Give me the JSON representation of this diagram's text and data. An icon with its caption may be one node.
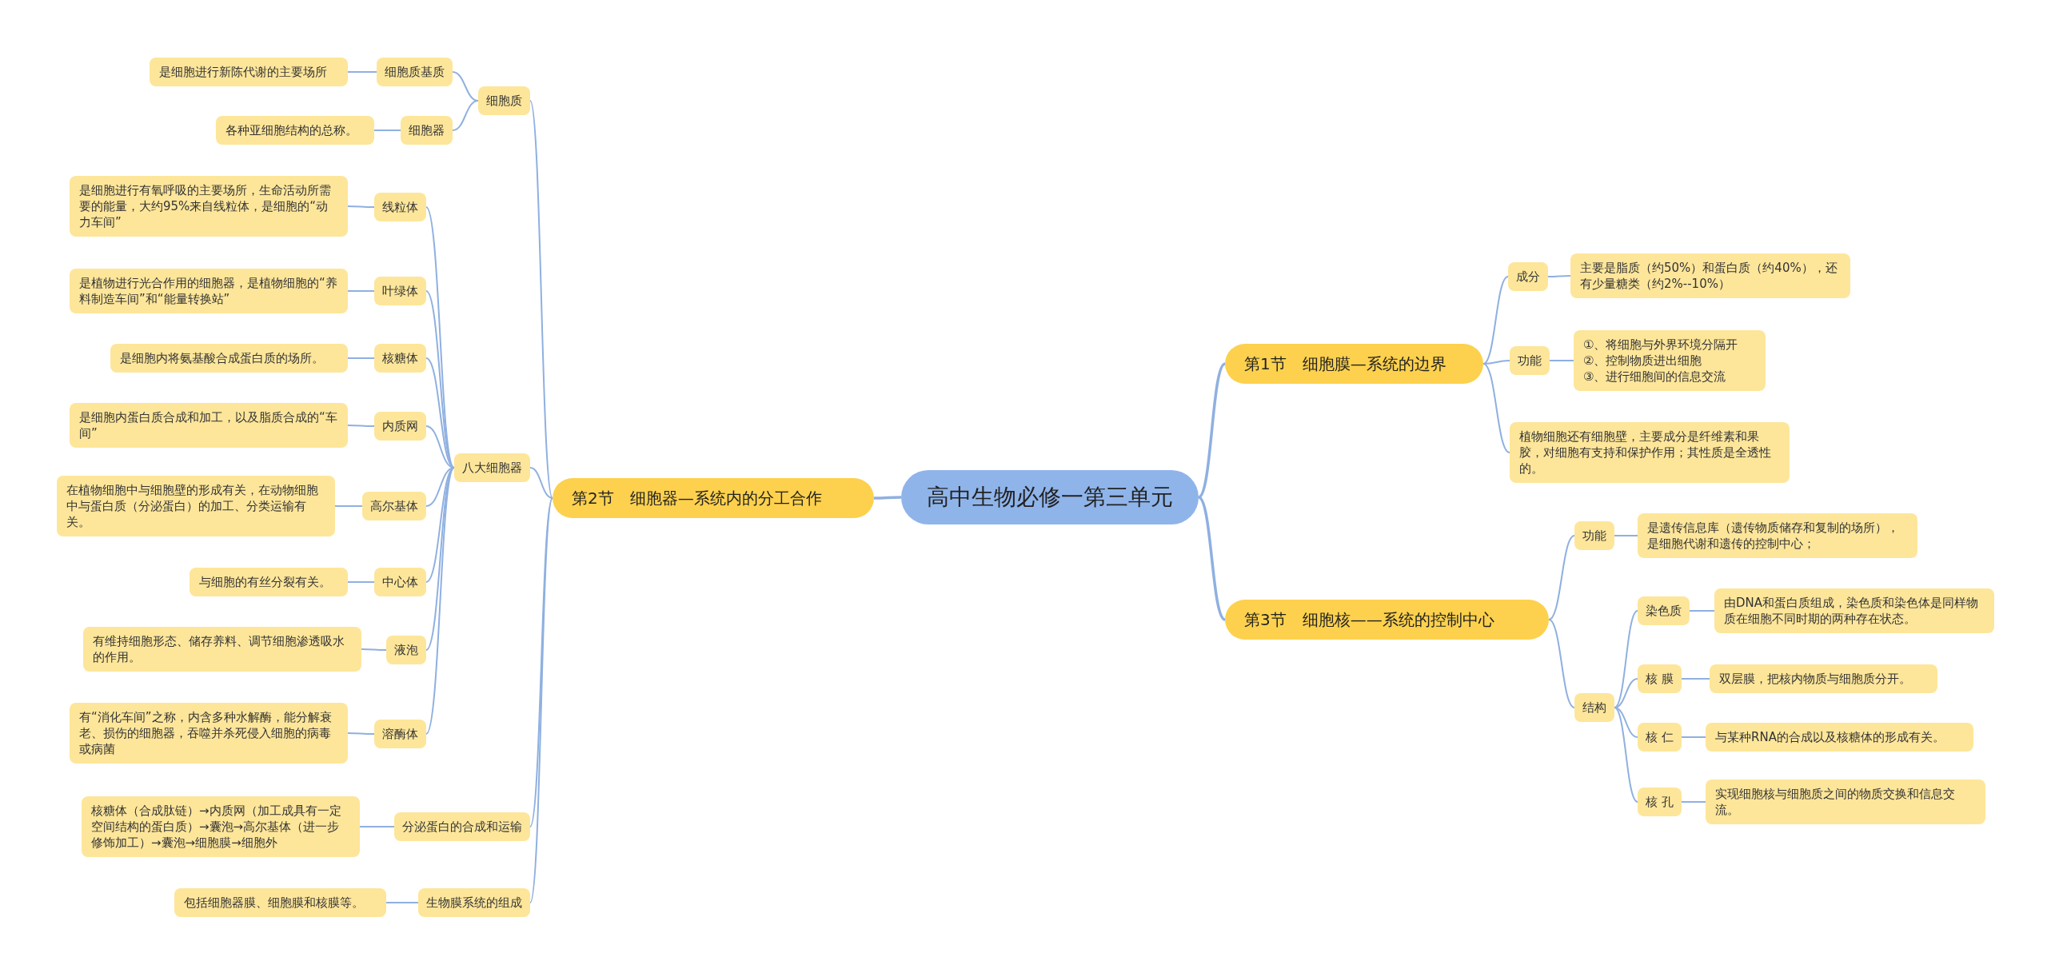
{
  "diagram": {
    "nodes": [
      {
        "text": [
          "高中生物必修一第三单元"
        ]
      },
      {
        "text": [
          "第2节　细胞器—系统内的分工合作"
        ]
      },
      {
        "text": [
          "细胞质"
        ]
      },
      {
        "text": [
          "细胞质基质"
        ]
      },
      {
        "text": [
          "是细胞进行新陈代谢的主要场所"
        ]
      },
      {
        "text": [
          "细胞器"
        ]
      },
      {
        "text": [
          "各种亚细胞结构的总称。"
        ]
      },
      {
        "text": [
          "八大细胞器"
        ]
      },
      {
        "text": [
          "线粒体"
        ]
      },
      {
        "text": [
          "是细胞进行有氧呼吸的主要场所，生命活动所需要的能量，大约95%来自线粒体，是细胞的“动力车间”"
        ]
      },
      {
        "text": [
          "叶绿体"
        ]
      },
      {
        "text": [
          "是植物进行光合作用的细胞器，是植物细胞的“养料制造车间”和“能量转换站”"
        ]
      },
      {
        "text": [
          "核糖体"
        ]
      },
      {
        "text": [
          "是细胞内将氨基酸合成蛋白质的场所。"
        ]
      },
      {
        "text": [
          "内质网"
        ]
      },
      {
        "text": [
          "是细胞内蛋白质合成和加工，以及脂质合成的“车间”"
        ]
      },
      {
        "text": [
          "高尔基体"
        ]
      },
      {
        "text": [
          "在植物细胞中与细胞壁的形成有关，在动物细胞中与蛋白质（分泌蛋白）的加工、分类运输有关。"
        ]
      },
      {
        "text": [
          "中心体"
        ]
      },
      {
        "text": [
          "与细胞的有丝分裂有关。"
        ]
      },
      {
        "text": [
          "液泡"
        ]
      },
      {
        "text": [
          "有维持细胞形态、储存养料、调节细胞渗透吸水的作用。"
        ]
      },
      {
        "text": [
          "溶酶体"
        ]
      },
      {
        "text": [
          "有“消化车间”之称，内含多种水解酶，能分解衰老、损伤的细胞器，吞噬并杀死侵入细胞的病毒或病菌"
        ]
      },
      {
        "text": [
          "分泌蛋白的合成和运输"
        ]
      },
      {
        "text": [
          "核糖体（合成肽链）→内质网（加工成具有一定空间结构的蛋白质）→囊泡→高尔基体（进一步修饰加工）→囊泡→细胞膜→细胞外"
        ]
      },
      {
        "text": [
          "生物膜系统的组成"
        ]
      },
      {
        "text": [
          "包括细胞器膜、细胞膜和核膜等。"
        ]
      },
      {
        "text": [
          "第1节　细胞膜—系统的边界"
        ]
      },
      {
        "text": [
          "成分"
        ]
      },
      {
        "text": [
          "主要是脂质（约50%）和蛋白质（约40%），还有少量糖类（约2%--10%）"
        ]
      },
      {
        "text": [
          "功能"
        ]
      },
      {
        "text": [
          "①、将细胞与外界环境分隔开",
          "②、控制物质进出细胞",
          "③、进行细胞间的信息交流"
        ]
      },
      {
        "text": [
          "植物细胞还有细胞壁，主要成分是纤维素和果胶，对细胞有支持和保护作用；其性质是全透性的。"
        ]
      },
      {
        "text": [
          "第3节　细胞核——系统的控制中心"
        ]
      },
      {
        "text": [
          "功能"
        ]
      },
      {
        "text": [
          "是遗传信息库（遗传物质储存和复制的场所），是细胞代谢和遗传的控制中心；"
        ]
      },
      {
        "text": [
          "结构"
        ]
      },
      {
        "text": [
          "染色质"
        ]
      },
      {
        "text": [
          "由DNA和蛋白质组成，染色质和染色体是同样物质在细胞不同时期的两种存在状态。"
        ]
      },
      {
        "text": [
          "核 膜"
        ]
      },
      {
        "text": [
          "双层膜，把核内物质与细胞质分开。"
        ]
      },
      {
        "text": [
          "核 仁"
        ]
      },
      {
        "text": [
          "与某种RNA的合成以及核糖体的形成有关。"
        ]
      },
      {
        "text": [
          "核 孔"
        ]
      },
      {
        "text": [
          "实现细胞核与细胞质之间的物质交换和信息交流。"
        ]
      }
    ],
    "edges": [
      {
        "from": 0,
        "to": 1,
        "arrow": "none"
      },
      {
        "from": 1,
        "to": 2,
        "arrow": "none"
      },
      {
        "from": 2,
        "to": 3,
        "arrow": "none"
      },
      {
        "from": 3,
        "to": 4,
        "arrow": "none"
      },
      {
        "from": 2,
        "to": 5,
        "arrow": "none"
      },
      {
        "from": 5,
        "to": 6,
        "arrow": "none"
      },
      {
        "from": 1,
        "to": 7,
        "arrow": "none"
      },
      {
        "from": 7,
        "to": 8,
        "arrow": "none"
      },
      {
        "from": 8,
        "to": 9,
        "arrow": "none"
      },
      {
        "from": 7,
        "to": 10,
        "arrow": "none"
      },
      {
        "from": 10,
        "to": 11,
        "arrow": "none"
      },
      {
        "from": 7,
        "to": 12,
        "arrow": "none"
      },
      {
        "from": 12,
        "to": 13,
        "arrow": "none"
      },
      {
        "from": 7,
        "to": 14,
        "arrow": "none"
      },
      {
        "from": 14,
        "to": 15,
        "arrow": "none"
      },
      {
        "from": 7,
        "to": 16,
        "arrow": "none"
      },
      {
        "from": 16,
        "to": 17,
        "arrow": "none"
      },
      {
        "from": 7,
        "to": 18,
        "arrow": "none"
      },
      {
        "from": 18,
        "to": 19,
        "arrow": "none"
      },
      {
        "from": 7,
        "to": 20,
        "arrow": "none"
      },
      {
        "from": 20,
        "to": 21,
        "arrow": "none"
      },
      {
        "from": 7,
        "to": 22,
        "arrow": "none"
      },
      {
        "from": 22,
        "to": 23,
        "arrow": "none"
      },
      {
        "from": 1,
        "to": 24,
        "arrow": "none"
      },
      {
        "from": 24,
        "to": 25,
        "arrow": "none"
      },
      {
        "from": 1,
        "to": 26,
        "arrow": "none"
      },
      {
        "from": 26,
        "to": 27,
        "arrow": "none"
      },
      {
        "from": 0,
        "to": 28,
        "arrow": "none"
      },
      {
        "from": 28,
        "to": 29,
        "arrow": "none"
      },
      {
        "from": 29,
        "to": 30,
        "arrow": "none"
      },
      {
        "from": 28,
        "to": 31,
        "arrow": "none"
      },
      {
        "from": 31,
        "to": 32,
        "arrow": "none"
      },
      {
        "from": 28,
        "to": 33,
        "arrow": "none"
      },
      {
        "from": 0,
        "to": 34,
        "arrow": "none"
      },
      {
        "from": 34,
        "to": 35,
        "arrow": "none"
      },
      {
        "from": 35,
        "to": 36,
        "arrow": "none"
      },
      {
        "from": 34,
        "to": 37,
        "arrow": "none"
      },
      {
        "from": 37,
        "to": 38,
        "arrow": "none"
      },
      {
        "from": 38,
        "to": 39,
        "arrow": "none"
      },
      {
        "from": 37,
        "to": 40,
        "arrow": "none"
      },
      {
        "from": 40,
        "to": 41,
        "arrow": "none"
      },
      {
        "from": 37,
        "to": 42,
        "arrow": "none"
      },
      {
        "from": 42,
        "to": 43,
        "arrow": "none"
      },
      {
        "from": 37,
        "to": 44,
        "arrow": "none"
      },
      {
        "from": 44,
        "to": 45,
        "arrow": "none"
      }
    ]
  }
}
